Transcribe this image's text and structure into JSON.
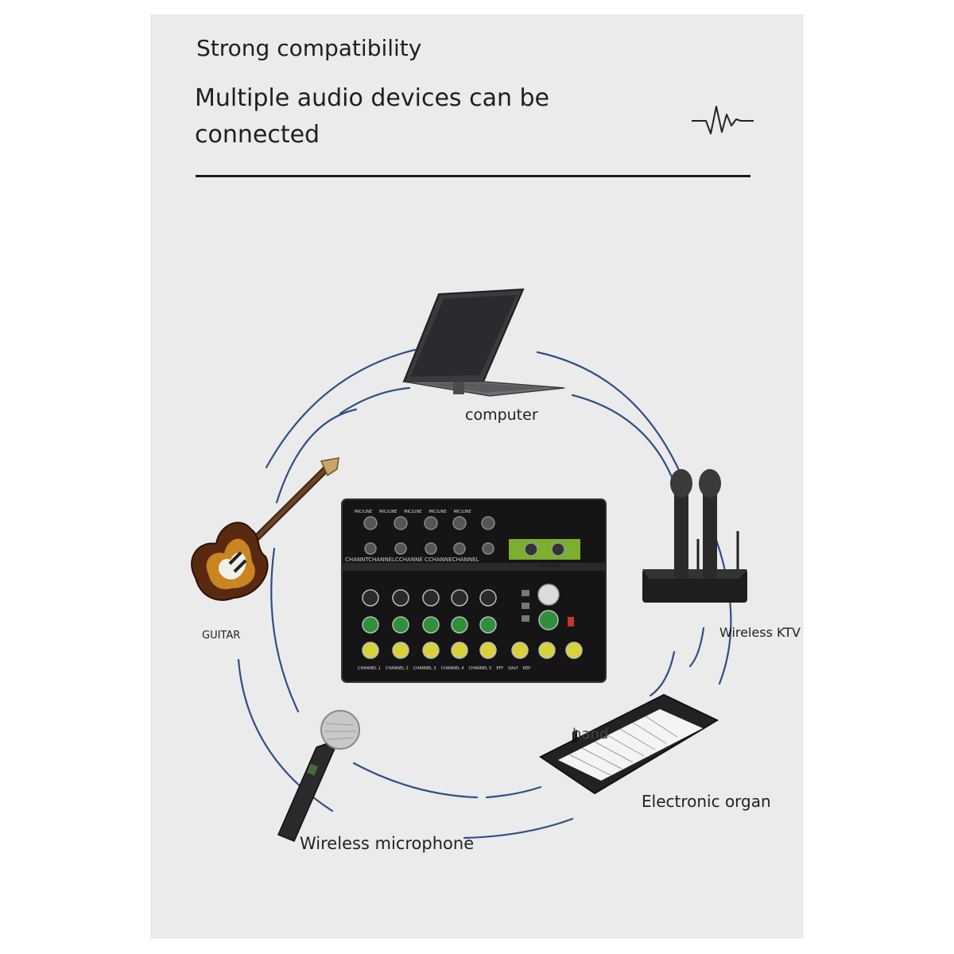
{
  "header": {
    "title": "Strong compatibility",
    "subtitle": "Multiple audio devices can be connected"
  },
  "devices": {
    "computer": "computer",
    "guitar": "GUITAR",
    "ktv": "Wireless KTV",
    "hand": "hand",
    "organ": "Electronic organ",
    "microphone": "Wireless microphone"
  },
  "mixer": {
    "input_labels": [
      "MIC/LINE",
      "MIC/LINE",
      "MIC/LINE",
      "MIC/LINE",
      "MIC/LINE"
    ],
    "channel_strip_label": "CHANNTCHANNELCCHANNE CCHANNECHANNEL",
    "main_out": "MAIN OUT",
    "bottom_labels": [
      "CHANNEL 1",
      "CHANNEL 2",
      "CHANNEL 3",
      "CHANNEL 4",
      "CHANNEL 5",
      "EFF",
      "DALY",
      "REP"
    ]
  },
  "icons": {
    "wave": "waveform-icon"
  },
  "colors": {
    "panel": "#ebebeb",
    "ring": "#2f4f86",
    "accent_green": "#7cae2f"
  }
}
